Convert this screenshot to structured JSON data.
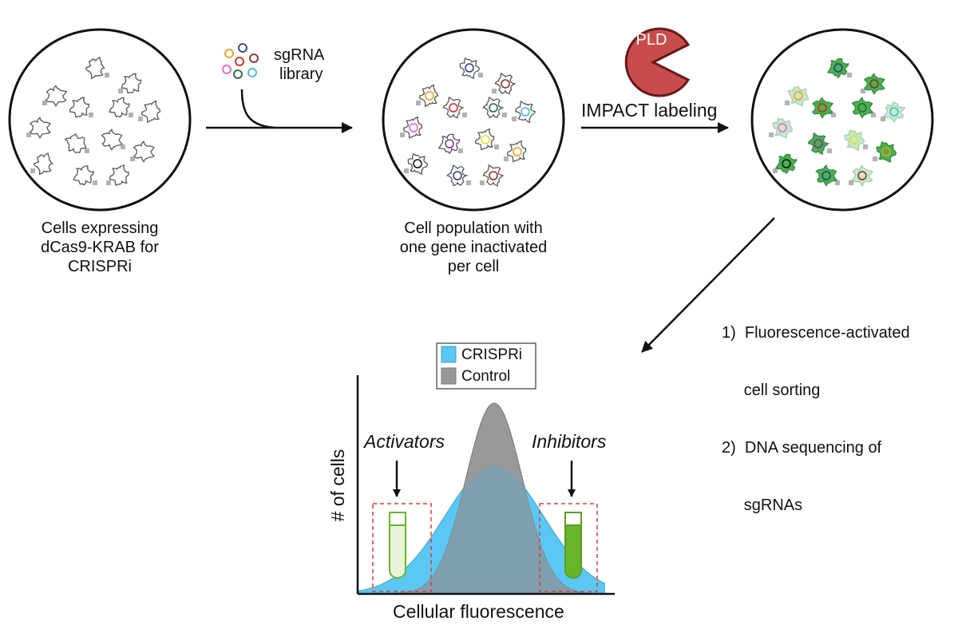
{
  "panels": {
    "cells_label": [
      "Cells expressing",
      "dCas9-KRAB for",
      "CRISPRi"
    ],
    "library_label": [
      "sgRNA",
      "library"
    ],
    "population_label": [
      "Cell population with",
      "one gene inactivated",
      "per cell"
    ],
    "enzyme_label": "PLD",
    "impact_label": "IMPACT labeling"
  },
  "steps": [
    "1)  Fluorescence-activated",
    "     cell sorting",
    "2)  DNA sequencing of",
    "     sgRNAs"
  ],
  "chart_data": {
    "type": "area",
    "xlabel": "Cellular fluorescence",
    "ylabel": "# of cells",
    "legend": {
      "placement": "top-center",
      "entries": [
        "CRISPRi",
        "Control"
      ]
    },
    "series": [
      {
        "name": "CRISPRi",
        "distribution": "normal",
        "peak": 0.67,
        "relative_width": 1.0,
        "color": "#5ac8f2"
      },
      {
        "name": "Control",
        "distribution": "normal",
        "peak": 1.0,
        "relative_width": 0.57,
        "color": "#999999"
      }
    ],
    "annotations": {
      "left": "Activators",
      "right": "Inhibitors"
    }
  },
  "colors": {
    "crispri": "#5ac8f2",
    "control": "#999999",
    "overlap": "#7f9fae",
    "pld": "#c94c4c",
    "cell_green_dark": "#4cb04f",
    "cell_green_light": "#c9e8cc",
    "tube_green": "#6ab42a",
    "dashed_box": "#e53935"
  },
  "sgrna_colors": [
    "#f39c12",
    "#2a3a8f",
    "#8b2d1c",
    "#ee5bd8",
    "#d62020",
    "#1e6b3a",
    "#3ab5e0",
    "#111111",
    "#7a2c9c",
    "#e0e020"
  ]
}
